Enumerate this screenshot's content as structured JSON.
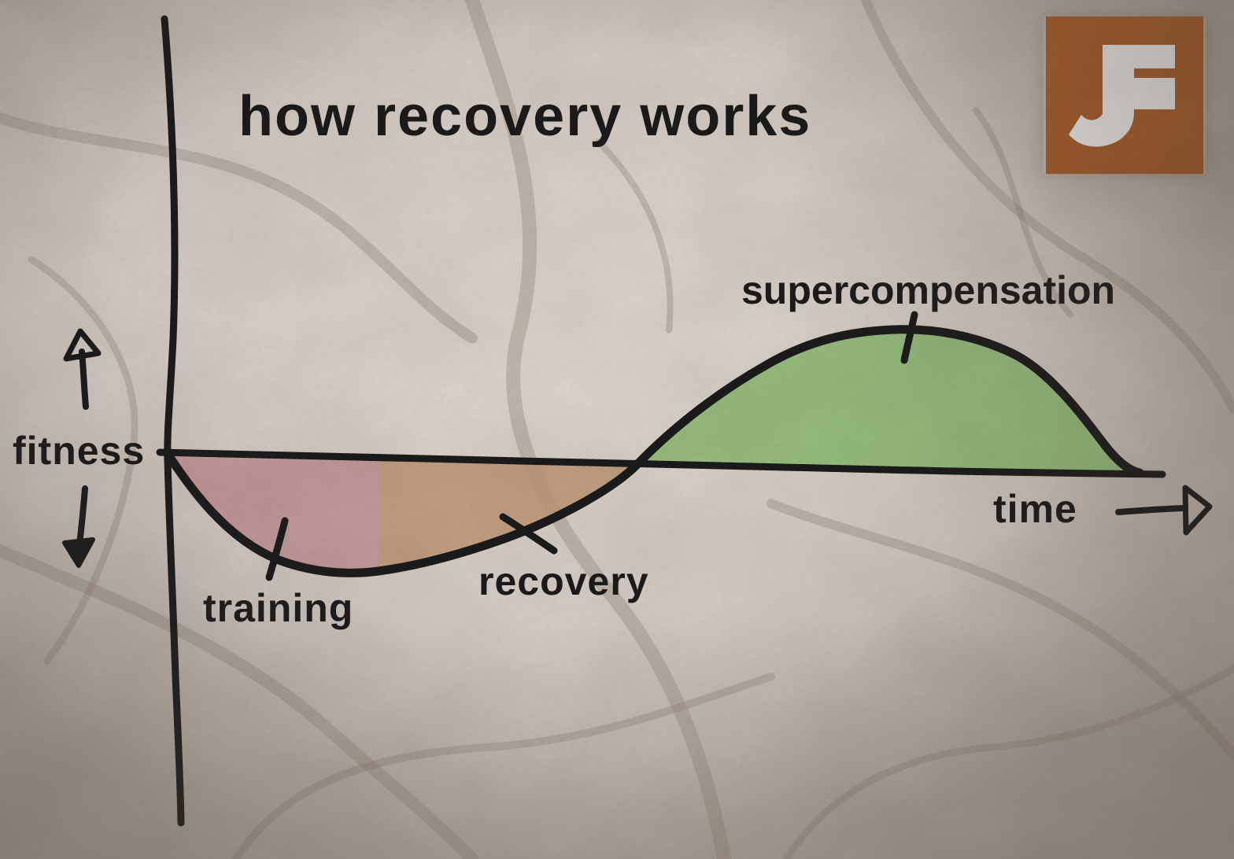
{
  "title": "how recovery works",
  "axes": {
    "y_label": "fitness",
    "x_label": "time"
  },
  "annotations": {
    "training": "training",
    "recovery": "recovery",
    "supercompensation": "supercompensation"
  },
  "logo": {
    "monogram": "JF",
    "background_color": "#b05f28",
    "glyph_color": "#fdfdfd"
  },
  "colors": {
    "ink": "#1b1b1b",
    "background": "#d5cec7",
    "background_shadow": "#a89e96",
    "training_fill": "#c59499",
    "recovery_fill": "#bf9875",
    "supercompensation_fill": "#8ebd75"
  },
  "chart_data": {
    "type": "area",
    "title": "how recovery works",
    "xlabel": "time",
    "ylabel": "fitness",
    "baseline": 0,
    "grid": false,
    "legend": false,
    "x_range": [
      0,
      10
    ],
    "y_range": [
      -1.5,
      1.5
    ],
    "series": [
      {
        "name": "fitness",
        "points": [
          {
            "x": 0.0,
            "y": 0.0
          },
          {
            "x": 0.5,
            "y": -0.55
          },
          {
            "x": 1.0,
            "y": -0.95
          },
          {
            "x": 1.6,
            "y": -1.1
          },
          {
            "x": 2.2,
            "y": -1.05
          },
          {
            "x": 2.8,
            "y": -0.93
          },
          {
            "x": 3.5,
            "y": -0.72
          },
          {
            "x": 4.2,
            "y": -0.4
          },
          {
            "x": 4.85,
            "y": 0.0
          },
          {
            "x": 5.5,
            "y": 0.5
          },
          {
            "x": 6.3,
            "y": 0.95
          },
          {
            "x": 7.2,
            "y": 1.25
          },
          {
            "x": 8.0,
            "y": 1.22
          },
          {
            "x": 8.8,
            "y": 0.85
          },
          {
            "x": 9.5,
            "y": 0.3
          },
          {
            "x": 10.0,
            "y": 0.0
          }
        ]
      }
    ],
    "phases": [
      {
        "name": "training",
        "x_start": 0.0,
        "x_end": 2.2,
        "position": "below baseline",
        "fill": "#c59499"
      },
      {
        "name": "recovery",
        "x_start": 2.2,
        "x_end": 4.85,
        "position": "below baseline",
        "fill": "#bf9875"
      },
      {
        "name": "supercompensation",
        "x_start": 4.85,
        "x_end": 10.0,
        "position": "above baseline",
        "fill": "#8ebd75"
      }
    ]
  }
}
